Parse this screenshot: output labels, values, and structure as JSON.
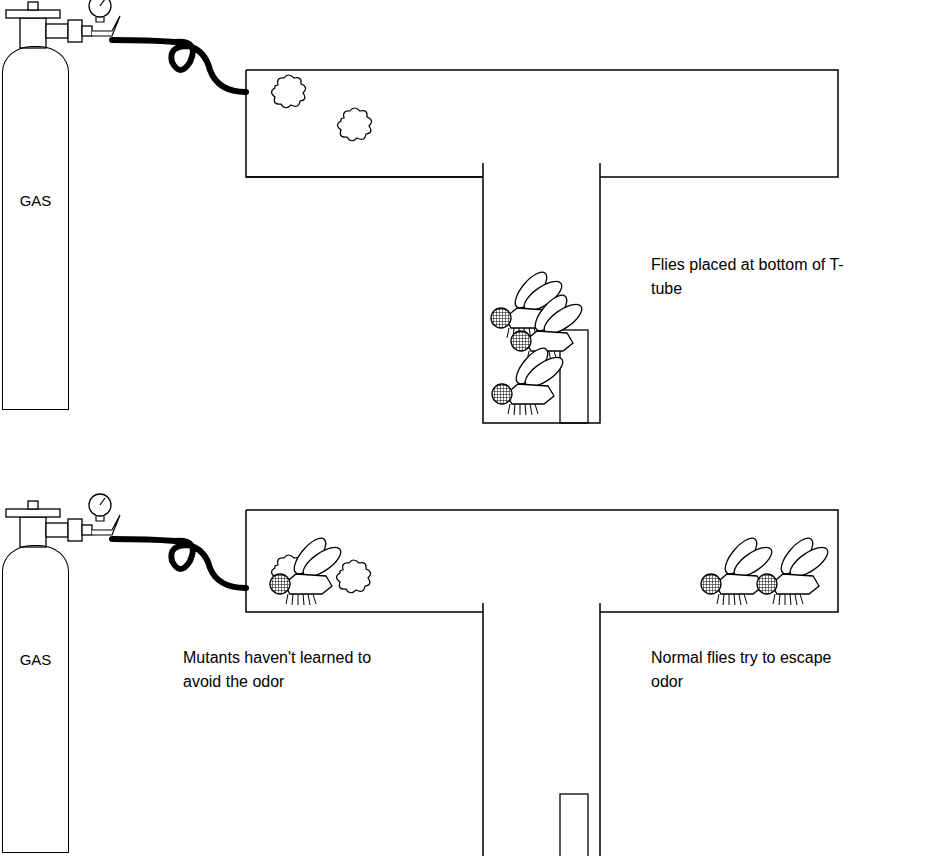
{
  "diagram": {
    "nodes": [
      {
        "text": [
          "GAS"
        ]
      },
      {
        "text": [
          "GAS"
        ]
      }
    ],
    "labels": [
      "Flies placed at bottom of T-tube",
      "Mutants haven't learned to avoid the odor",
      "Normal flies try to escape odor"
    ]
  }
}
